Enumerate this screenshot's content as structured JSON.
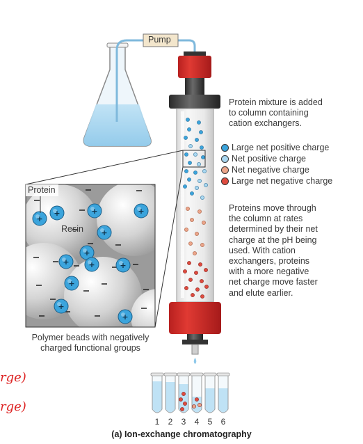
{
  "pump_label": "Pump",
  "inset": {
    "protein_label": "Protein",
    "resin_label": "Resin",
    "caption_lines": [
      "Polymer beads with negatively",
      "charged functional groups"
    ]
  },
  "description_top": [
    "Protein mixture is added",
    "to column containing",
    "cation exchangers."
  ],
  "legend": [
    {
      "label": "Large net positive charge",
      "color": "#3ba4dc"
    },
    {
      "label": "Net positive charge",
      "color": "#a9d7f0"
    },
    {
      "label": "Net negative charge",
      "color": "#eba58a"
    },
    {
      "label": "Large net negative charge",
      "color": "#de4b3f"
    }
  ],
  "description_bottom": [
    "Proteins move through",
    "the column at rates",
    "determined by their net",
    "charge at the pH being",
    "used. With cation",
    "exchangers, proteins",
    "with a more negative",
    "net charge move faster",
    "and elute earlier."
  ],
  "tube_labels": [
    "1",
    "2",
    "3",
    "4",
    "5",
    "6"
  ],
  "figure_caption": "(a) Ion-exchange chromatography",
  "handwriting": [
    "rge)",
    "rge)"
  ]
}
